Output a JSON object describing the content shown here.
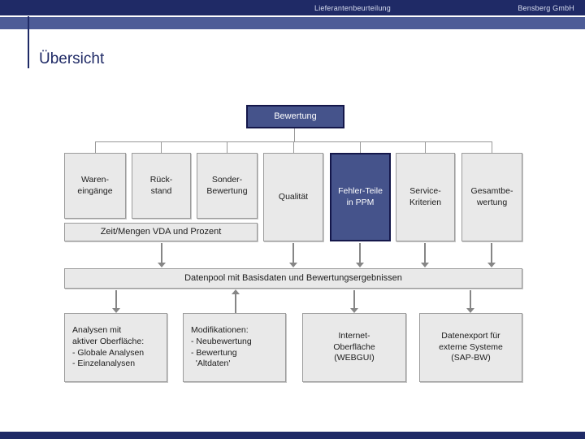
{
  "header": {
    "document_title": "Lieferantenbeurteilung",
    "company": "Bensberg GmbH"
  },
  "slide": {
    "title": "Übersicht"
  },
  "diagram": {
    "root_label": "Bewertung",
    "criteria": [
      {
        "label": "Waren-\neingänge",
        "highlighted": false
      },
      {
        "label": "Rück-\nstand",
        "highlighted": false
      },
      {
        "label": "Sonder-\nBewertung",
        "highlighted": false
      },
      {
        "label": "Qualität",
        "highlighted": false
      },
      {
        "label": "Fehler-Teile\nin PPM",
        "highlighted": true
      },
      {
        "label": "Service-\nKriterien",
        "highlighted": false
      },
      {
        "label": "Gesamtbe-\nwertung",
        "highlighted": false
      }
    ],
    "basis_label": "Zeit/Mengen VDA und Prozent",
    "datenpool_label": "Datenpool mit Basisdaten und Bewertungsergebnissen",
    "outputs": [
      {
        "label": "Analysen mit\naktiver Oberfläche:\n- Globale Analysen\n- Einzelanalysen",
        "arrow": "down"
      },
      {
        "label": "Modifikationen:\n- Neubewertung\n- Bewertung\n  'Altdaten'",
        "arrow": "up"
      },
      {
        "label": "Internet-\nOberfläche\n(WEBGUI)",
        "arrow": "down"
      },
      {
        "label": "Datenexport für\nexterne Systeme\n(SAP-BW)",
        "arrow": "down"
      }
    ]
  },
  "colors": {
    "navy": "#1f2a66",
    "header_band": "#4d5c97",
    "highlight_fill": "#45538b",
    "box_fill": "#e9e9e9",
    "box_border": "#9b9b9b",
    "connector": "#999999",
    "arrow": "#868686"
  }
}
